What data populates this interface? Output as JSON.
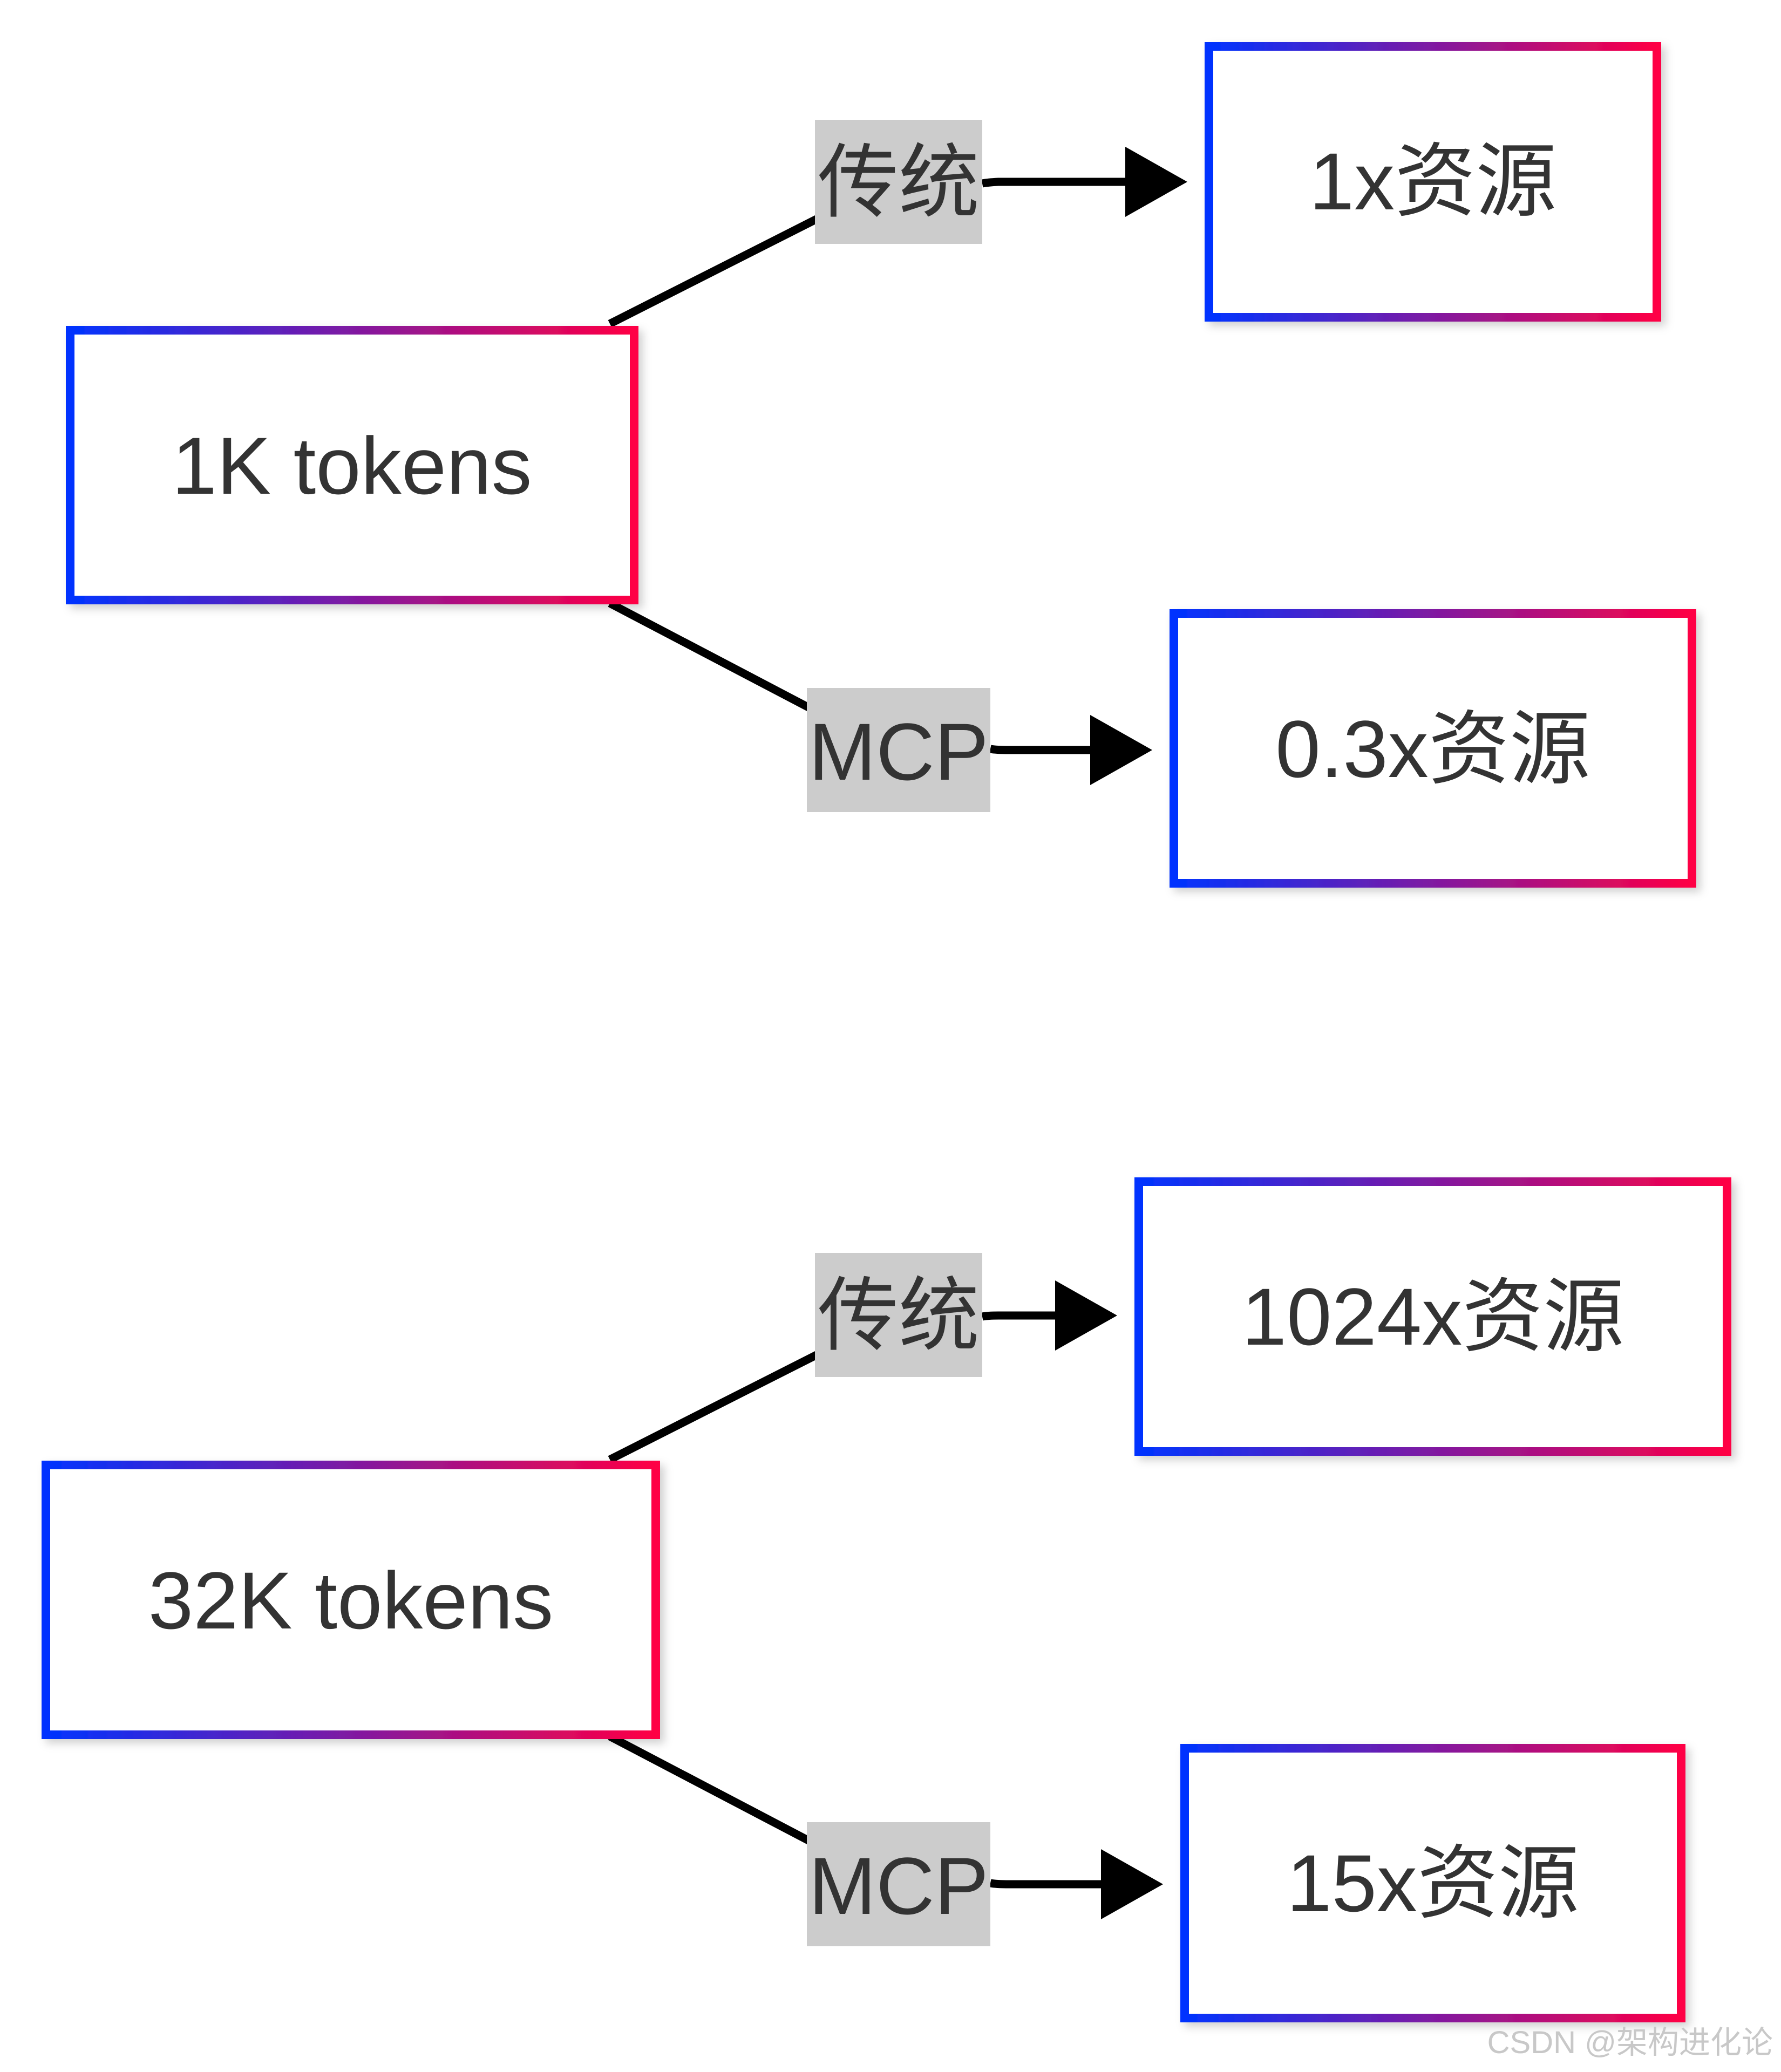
{
  "diagram": {
    "nodes": [
      {
        "id": "n1k",
        "label": "1K tokens"
      },
      {
        "id": "n1x",
        "label": "1x资源"
      },
      {
        "id": "n03x",
        "label": "0.3x资源"
      },
      {
        "id": "n32k",
        "label": "32K tokens"
      },
      {
        "id": "n1024x",
        "label": "1024x资源"
      },
      {
        "id": "n15x",
        "label": "15x资源"
      }
    ],
    "edges": [
      {
        "from": "n1k",
        "to": "n1x",
        "label": "传统"
      },
      {
        "from": "n1k",
        "to": "n03x",
        "label": "MCP"
      },
      {
        "from": "n32k",
        "to": "n1024x",
        "label": "传统"
      },
      {
        "from": "n32k",
        "to": "n15x",
        "label": "MCP"
      }
    ]
  },
  "colors": {
    "border_start": "#0033ff",
    "border_end": "#ff0044",
    "edge_line": "#000000",
    "edge_label_bg": "#cccccc",
    "text": "#333333"
  },
  "watermark": "CSDN @架构进化论"
}
